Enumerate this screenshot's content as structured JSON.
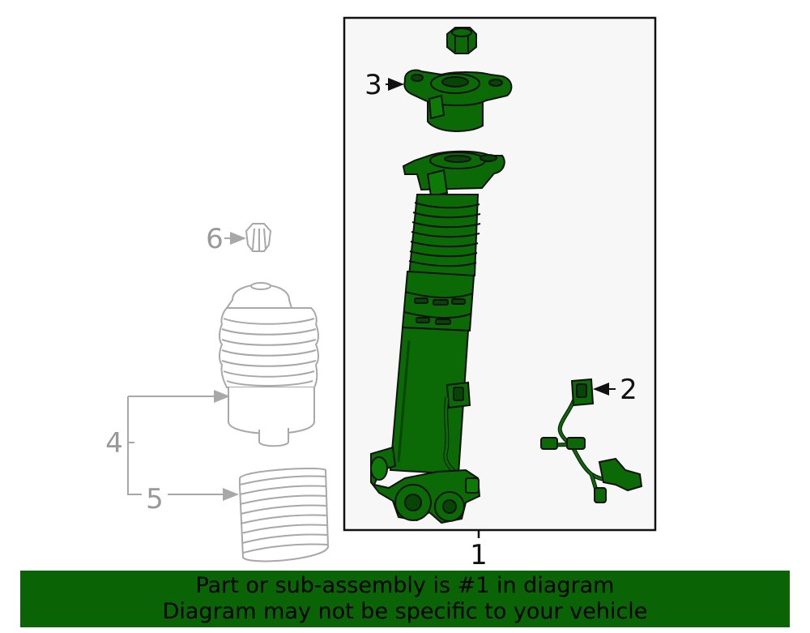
{
  "callouts": {
    "c1": "1",
    "c2": "2",
    "c3": "3",
    "c4": "4",
    "c5": "5",
    "c6": "6"
  },
  "banner": {
    "line1": "Part or sub-assembly is #1 in diagram",
    "line2": "Diagram may not be specific to your vehicle"
  },
  "colors": {
    "part_fill": "#0b6a06",
    "banner_bg": "#0a6304",
    "frame_bg": "#f7f7f7",
    "gray_line": "#a8a8a8"
  }
}
